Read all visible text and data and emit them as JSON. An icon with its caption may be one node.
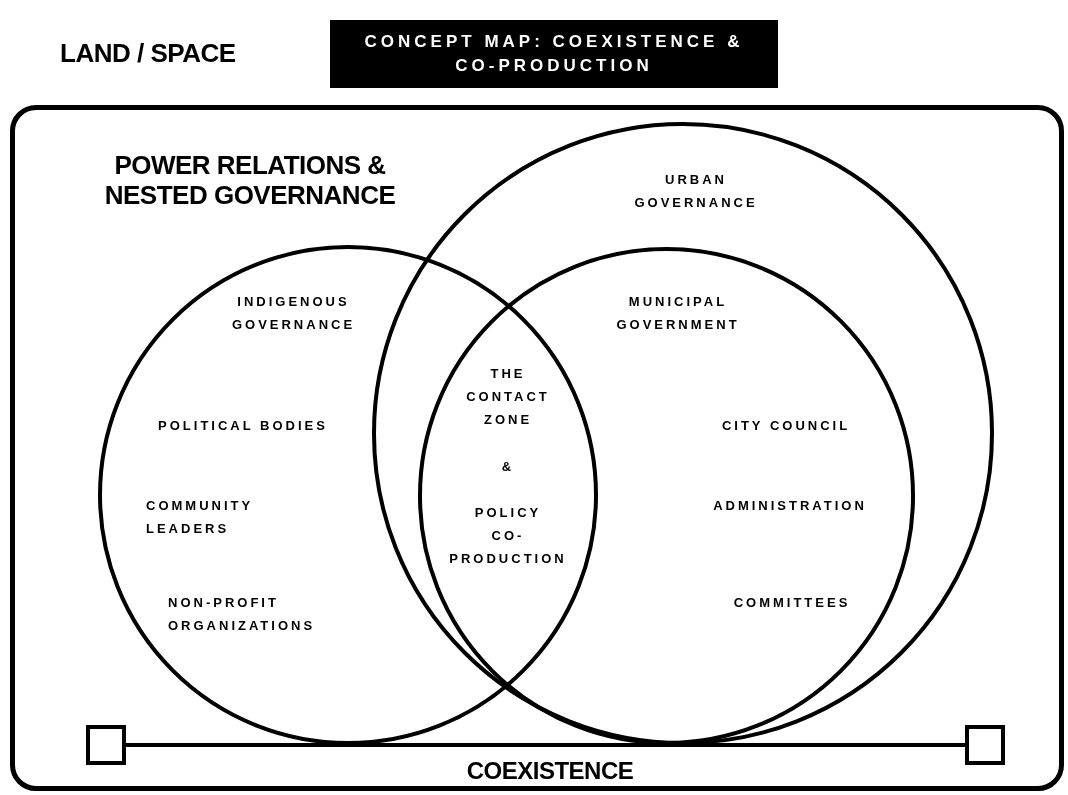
{
  "diagram": {
    "title": "CONCEPT MAP: COEXISTENCE & CO-PRODUCTION",
    "nodes": [
      {
        "text": [
          "LAND / SPACE",
          "POWER RELATIONS & NESTED GOVERNANCE"
        ]
      },
      {
        "text": [
          "INDIGENOUS GOVERNANCE",
          "POLITICAL BODIES",
          "COMMUNITY LEADERS",
          "NON-PROFIT ORGANIZATIONS"
        ],
        "in": 0
      },
      {
        "text": [
          "URBAN GOVERNANCE"
        ],
        "in": 0
      },
      {
        "text": [
          "MUNICIPAL GOVERNMENT",
          "CITY COUNCIL",
          "ADMINISTRATION",
          "COMMITTEES"
        ],
        "in": 2
      },
      {
        "text": [],
        "shape": "box",
        "in": 0
      },
      {
        "text": [],
        "shape": "box",
        "in": 0
      }
    ],
    "edges": [
      {
        "from": 4,
        "to": 5,
        "arrow": "none",
        "label": "COEXISTENCE"
      }
    ],
    "labels": [
      "THE CONTACT ZONE",
      "&",
      "POLICY CO-PRODUCTION"
    ]
  }
}
